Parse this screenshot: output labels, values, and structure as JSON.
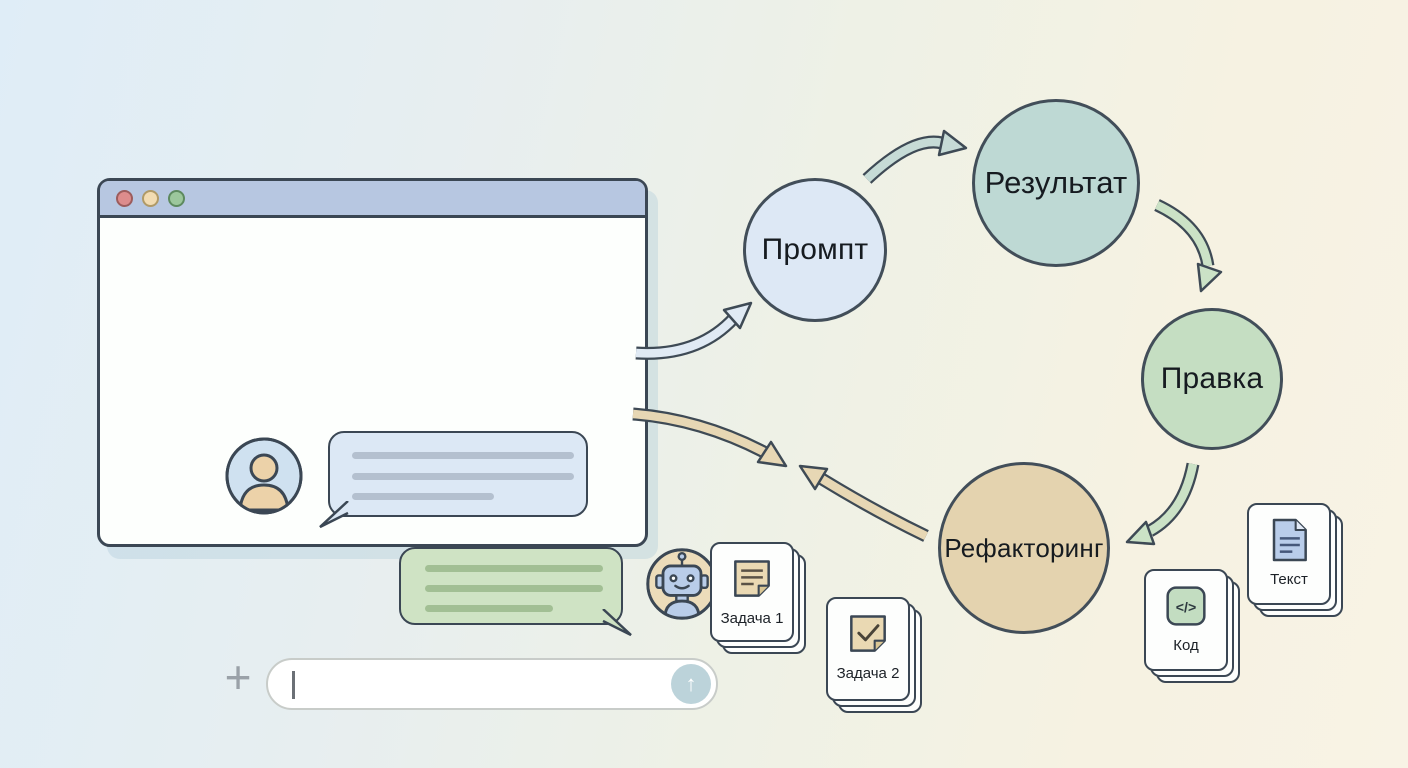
{
  "illustration": {
    "browser_window": {
      "traffic_lights": [
        {
          "name": "red",
          "color": "#dd8c8c"
        },
        {
          "name": "yellow",
          "color": "#f2dcb2"
        },
        {
          "name": "green",
          "color": "#9cc79c"
        }
      ],
      "user_message": {
        "sender": "user",
        "bubble_color": "#dce8f5",
        "placeholder_lines": 3
      },
      "assistant_message": {
        "sender": "assistant",
        "bubble_color": "#cfe3c4",
        "placeholder_lines": 3
      },
      "composer": {
        "plus_icon": "+",
        "input_value": "",
        "send_icon": "↑"
      }
    },
    "cycle_nodes": [
      {
        "id": "prompt",
        "label": "Промпт",
        "color": "#dde8f5"
      },
      {
        "id": "result",
        "label": "Результат",
        "color": "#bed9d4"
      },
      {
        "id": "edit",
        "label": "Правка",
        "color": "#c5dec2"
      },
      {
        "id": "refactor",
        "label": "Рефакторинг",
        "color": "#e4d3af"
      }
    ],
    "arrows": [
      {
        "from": "chat",
        "to": "prompt",
        "color": "#e0eaf4"
      },
      {
        "from": "prompt",
        "to": "result",
        "color": "#c6dbd6"
      },
      {
        "from": "result",
        "to": "edit",
        "color": "#cbe2c6"
      },
      {
        "from": "edit",
        "to": "refactor",
        "color": "#cbe2c6"
      },
      {
        "from": "refactor",
        "to": "chat",
        "color": "#e7d7b4"
      },
      {
        "from": "chat",
        "to": "refactor",
        "color": "#e7d7b4"
      }
    ],
    "cards": [
      {
        "id": "task1",
        "label": "Задача 1",
        "icon": "note-lines-icon"
      },
      {
        "id": "task2",
        "label": "Задача 2",
        "icon": "note-check-icon"
      },
      {
        "id": "code",
        "label": "Код",
        "icon": "code-icon",
        "glyph": "</>"
      },
      {
        "id": "text",
        "label": "Текст",
        "icon": "document-icon"
      }
    ]
  }
}
